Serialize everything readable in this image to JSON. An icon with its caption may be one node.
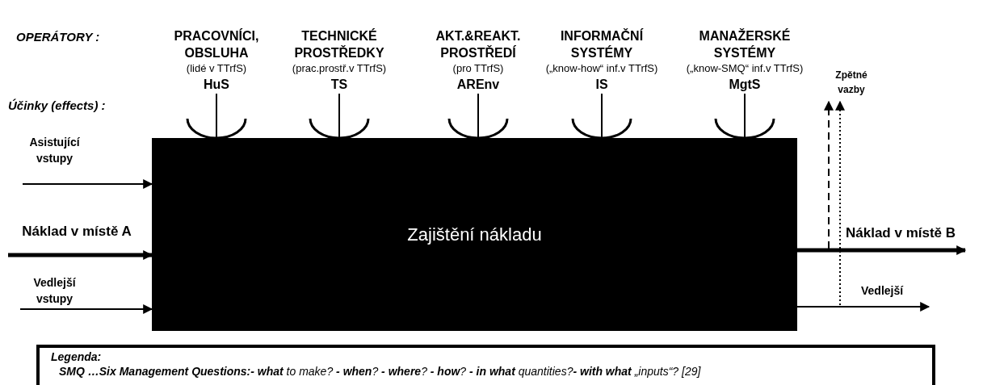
{
  "diagram": {
    "nodes": [
      {
        "text": [
          "Zajištění nákladu"
        ]
      },
      {
        "text": [
          "PRACOVNÍCI, OBSLUHA",
          "(lidé v TTrfS)",
          "HuS"
        ]
      },
      {
        "text": [
          "TECHNICKÉ PROSTŘEDKY",
          "(prac.prostř.v TTrfS)",
          "TS"
        ]
      },
      {
        "text": [
          "AKT.&REAKT. PROSTŘEDÍ",
          "(pro TTrfS)",
          "AREnv"
        ]
      },
      {
        "text": [
          "INFORMAČNÍ SYSTÉMY",
          "(„know-how“ inf.v TTrfS)",
          "IS"
        ]
      },
      {
        "text": [
          "MANAŽERSKÉ SYSTÉMY",
          "(„know-SMQ“ inf.v TTrfS)",
          "MgtS"
        ]
      },
      {
        "text": [
          "Zpětné vazby"
        ]
      },
      {
        "text": [
          "Legenda:",
          "**SMQ  …Six Management  Questions:- what** to make? **- when**? **- where**? **- how**? **- in what** quantities?**- with what** „inputs“? [29]"
        ]
      }
    ],
    "edges": [
      {
        "from": 1,
        "to": 0,
        "arrow": "other"
      },
      {
        "from": 2,
        "to": 0,
        "arrow": "other"
      },
      {
        "from": 3,
        "to": 0,
        "arrow": "other"
      },
      {
        "from": 4,
        "to": 0,
        "arrow": "other"
      },
      {
        "from": 5,
        "to": 0,
        "arrow": "other"
      },
      {
        "from": null,
        "to": 0,
        "arrow": "to",
        "label": "Asistující vstupy"
      },
      {
        "from": null,
        "to": 0,
        "arrow": "to",
        "label": "Náklad v místě A",
        "style": "thick"
      },
      {
        "from": null,
        "to": 0,
        "arrow": "to",
        "label": "Vedlejší vstupy"
      },
      {
        "from": 0,
        "to": null,
        "arrow": "to",
        "label": "Náklad v místě B",
        "style": "thick"
      },
      {
        "from": 0,
        "to": null,
        "arrow": "to",
        "label": "Vedlejší"
      },
      {
        "from": null,
        "to": 6,
        "arrow": "to",
        "style": "dashed"
      },
      {
        "from": null,
        "to": 6,
        "arrow": "to",
        "style": "dashed"
      }
    ],
    "labels": [
      "OPERÁTORY :",
      "Účinky (effects) :"
    ]
  }
}
